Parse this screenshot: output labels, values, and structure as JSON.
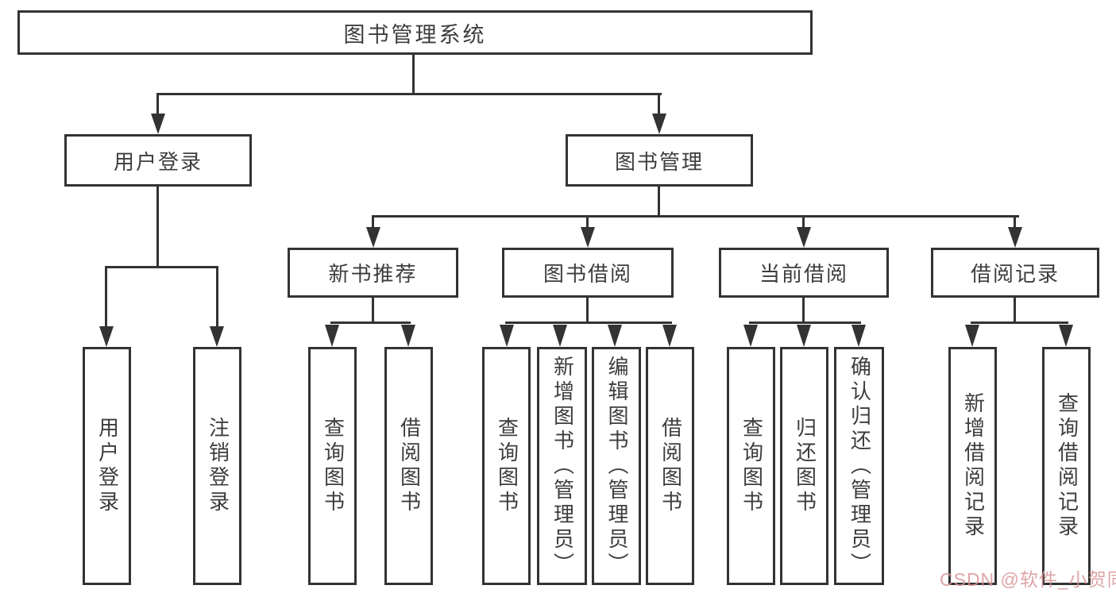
{
  "palette": {
    "line_color": "#333333",
    "text_color": "#3d3d3d",
    "background": "#ffffff",
    "watermark_color": "#d89496"
  },
  "diagram": {
    "root": "图书管理系统",
    "login_branch": {
      "label": "用户登录",
      "children": [
        "用户登录",
        "注销登录"
      ]
    },
    "manage_branch": {
      "label": "图书管理",
      "children": [
        {
          "label": "新书推荐",
          "children": [
            "查询图书",
            "借阅图书"
          ]
        },
        {
          "label": "图书借阅",
          "children": [
            "查询图书",
            "新增图书（管理员）",
            "编辑图书（管理员）",
            "借阅图书"
          ]
        },
        {
          "label": "当前借阅",
          "children": [
            "查询图书",
            "归还图书",
            "确认归还（管理员）"
          ]
        },
        {
          "label": "借阅记录",
          "children": [
            "新增借阅记录",
            "查询借阅记录"
          ]
        }
      ]
    }
  },
  "watermark": "CSDN @软件_小贺同学"
}
